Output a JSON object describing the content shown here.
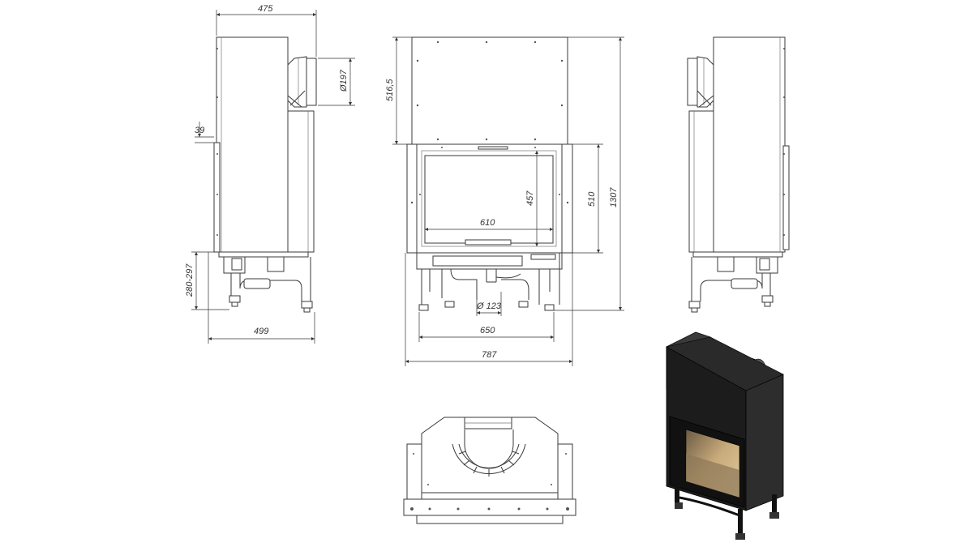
{
  "dimensions": {
    "side_top_width": "475",
    "flue_diameter": "Ø197",
    "side_offset": "39",
    "leg_height": "280-297",
    "side_bottom_width": "499",
    "front_top_height": "516,5",
    "door_height": "457",
    "glass_width": "610",
    "frame_height": "510",
    "total_height": "1307",
    "bottom_outlet_diameter": "Ø 123",
    "leg_span_width": "650",
    "total_width": "787"
  },
  "views": [
    "side-view-left",
    "front-view",
    "side-view-right",
    "top-view",
    "isometric-render"
  ],
  "colors": {
    "line": "#3a3a3a",
    "body_render": "#1c1c1c",
    "glass_render": "#b89a6a"
  }
}
